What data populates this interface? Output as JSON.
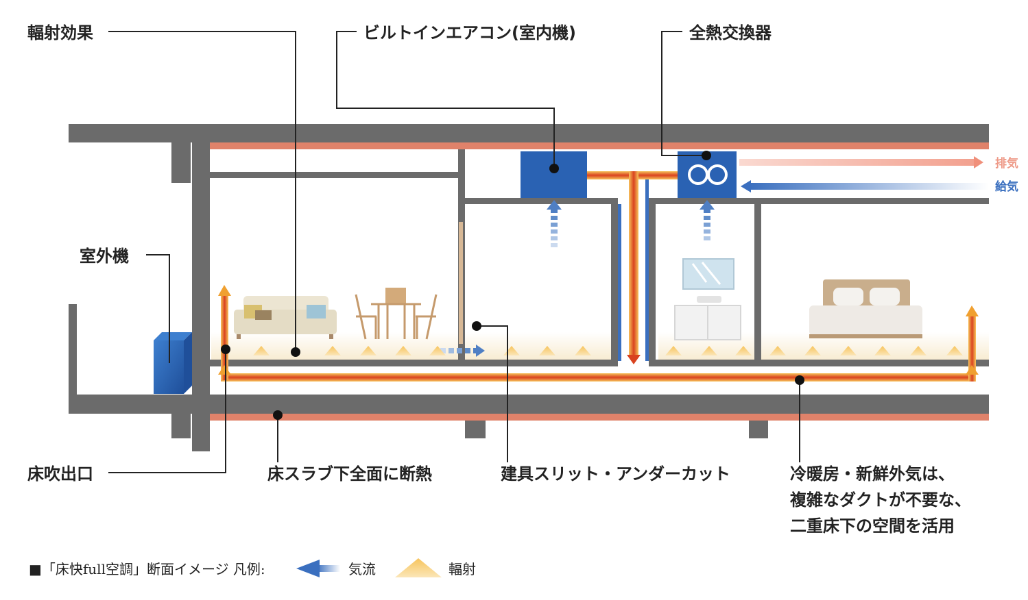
{
  "labels": {
    "radiant": "輻射効果",
    "aircon": "ビルトインエアコン(室内機)",
    "erv": "全熱交換器",
    "outdoor_unit": "室外機",
    "floor_outlet": "床吹出口",
    "insulation": "床スラブ下全面に断熱",
    "door_slit": "建具スリット・アンダーカット",
    "note_line1": "冷暖房・新鮮外気は、",
    "note_line2": "複雑なダクトが不要な、",
    "note_line3": "二重床下の空間を活用",
    "exhaust": "排気",
    "supply": "給気"
  },
  "legend": {
    "title": "■「床快full空調」断面イメージ 凡例:",
    "airflow": "気流",
    "radiation": "輻射"
  },
  "colors": {
    "wall": "#6b6b6b",
    "insulation": "#e0826a",
    "floor_glow": "#faf1dc",
    "unit_blue": "#2a62b3",
    "duct_orange": "#f0a030",
    "duct_red": "#c8391e",
    "airflow_blue": "#4f7fc4",
    "exhaust_pink": "#f2a898",
    "supply_blue": "#3a6fbf",
    "triangle": "#f2b750"
  }
}
